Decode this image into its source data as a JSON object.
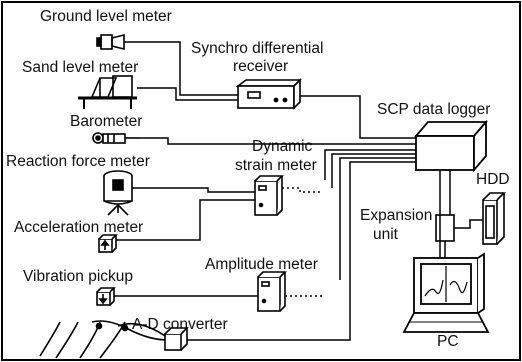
{
  "diagram": {
    "labels": {
      "ground_level_meter": "Ground level meter",
      "synchro_receiver_line1": "Synchro differential",
      "synchro_receiver_line2": "receiver",
      "sand_level_meter": "Sand level meter",
      "barometer": "Barometer",
      "scp_data_logger": "SCP data logger",
      "dynamic_strain_line1": "Dynamic",
      "dynamic_strain_line2": "strain meter",
      "reaction_force_meter": "Reaction force meter",
      "hdd": "HDD",
      "expansion_line1": "Expansion",
      "expansion_line2": "unit",
      "acceleration_meter": "Acceleration meter",
      "amplitude_meter": "Amplitude meter",
      "vibration_pickup": "Vibration pickup",
      "ad_converter": "A-D converter",
      "pc": "PC"
    }
  }
}
